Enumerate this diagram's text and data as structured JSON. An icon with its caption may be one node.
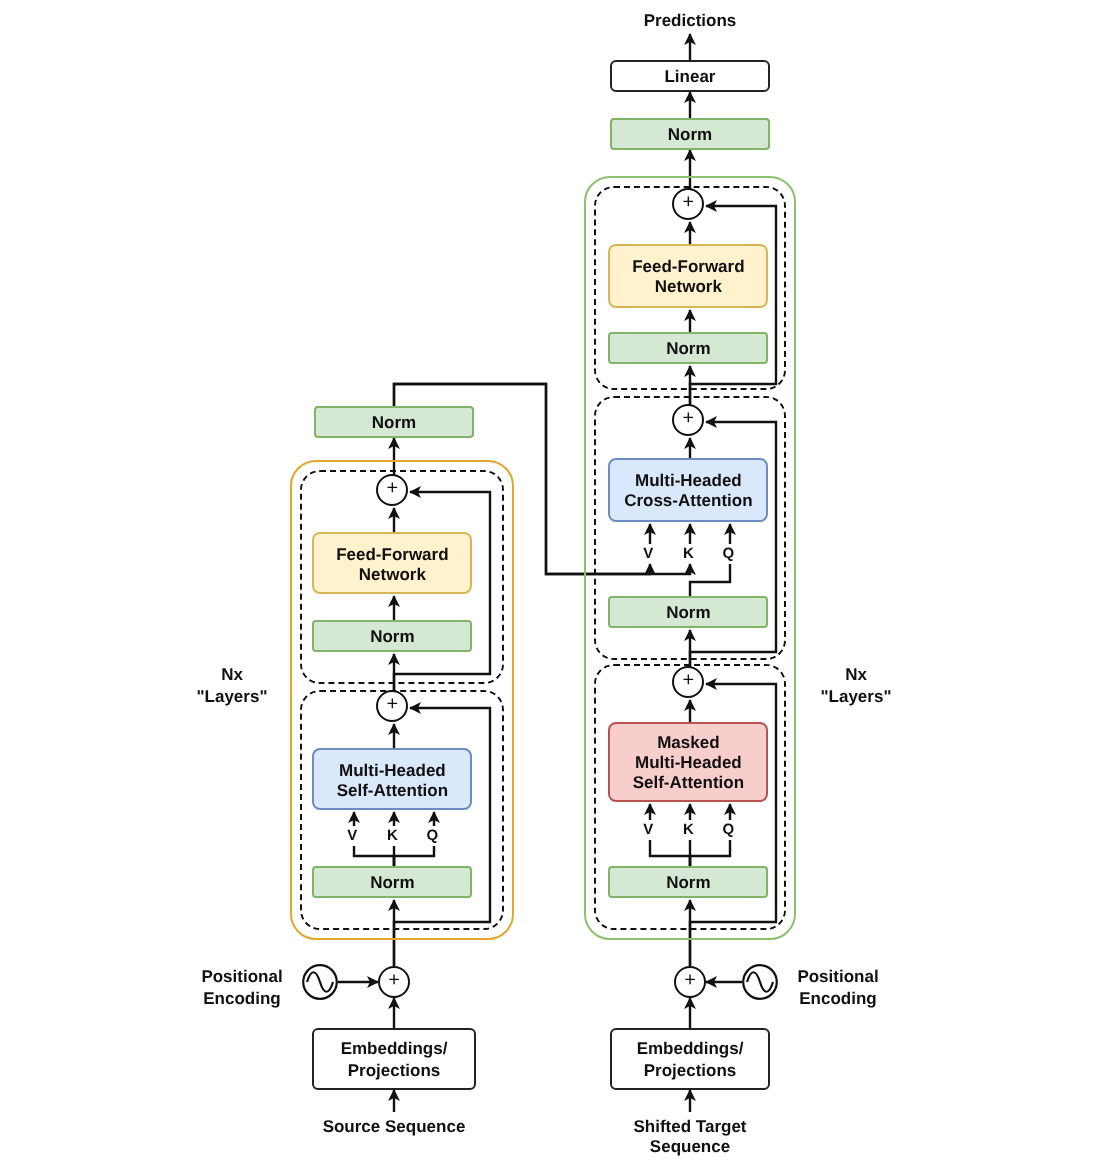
{
  "diagram": {
    "nodes": [
      {
        "text": [
          "Predictions"
        ]
      },
      {
        "text": [
          "Linear"
        ]
      },
      {
        "text": [
          "Norm"
        ]
      },
      {
        "text": [],
        "shape": "box",
        "beside": [
          "Nx \"Layers\""
        ]
      },
      {
        "text": [],
        "shape": "box",
        "in": 3
      },
      {
        "text": [
          "+"
        ],
        "in": 4
      },
      {
        "text": [
          "Feed-Forward Network"
        ],
        "in": 4
      },
      {
        "text": [
          "Norm"
        ],
        "in": 4
      },
      {
        "text": [],
        "shape": "box",
        "in": 3
      },
      {
        "text": [
          "+"
        ],
        "in": 8
      },
      {
        "text": [
          "Multi-Headed Cross-Attention"
        ],
        "in": 8
      },
      {
        "text": [
          "V"
        ],
        "in": 8
      },
      {
        "text": [
          "K"
        ],
        "in": 8
      },
      {
        "text": [
          "Q"
        ],
        "in": 8
      },
      {
        "text": [
          "Norm"
        ],
        "in": 8
      },
      {
        "text": [
          "Norm"
        ]
      },
      {
        "text": [],
        "shape": "box",
        "beside": [
          "Nx \"Layers\""
        ]
      },
      {
        "text": [],
        "shape": "box",
        "in": 16
      },
      {
        "text": [
          "+"
        ],
        "in": 17
      },
      {
        "text": [
          "Feed-Forward Network"
        ],
        "in": 17
      },
      {
        "text": [
          "Norm"
        ],
        "in": 17
      },
      {
        "text": [],
        "shape": "box",
        "in": 16
      },
      {
        "text": [
          "+"
        ],
        "in": 21
      },
      {
        "text": [
          "Multi-Headed Self-Attention"
        ],
        "in": 21
      },
      {
        "text": [
          "V"
        ],
        "in": 21
      },
      {
        "text": [
          "K"
        ],
        "in": 21
      },
      {
        "text": [
          "Q"
        ],
        "in": 21
      },
      {
        "text": [
          "Norm"
        ],
        "in": 21
      },
      {
        "text": [],
        "shape": "box",
        "in": 3
      },
      {
        "text": [
          "+"
        ],
        "in": 28
      },
      {
        "text": [
          "Masked Multi-Headed Self-Attention"
        ],
        "in": 28
      },
      {
        "text": [
          "V"
        ],
        "in": 28
      },
      {
        "text": [
          "K"
        ],
        "in": 28
      },
      {
        "text": [
          "Q"
        ],
        "in": 28
      },
      {
        "text": [
          "Norm"
        ],
        "in": 28
      },
      {
        "text": [
          "+"
        ]
      },
      {
        "text": [],
        "shape": "circle",
        "beside": [
          "Positional Encoding"
        ]
      },
      {
        "text": [
          "+"
        ]
      },
      {
        "text": [],
        "shape": "circle",
        "beside": [
          "Positional Encoding"
        ]
      },
      {
        "text": [
          "Embeddings/ Projections"
        ]
      },
      {
        "text": [
          "Embeddings/ Projections"
        ]
      },
      {
        "text": [
          "Source Sequence"
        ]
      },
      {
        "text": [
          "Shifted Target Sequence"
        ]
      }
    ],
    "edges": [
      {
        "from": 42,
        "to": 40,
        "arrow": "to"
      },
      {
        "from": 40,
        "to": 37,
        "arrow": "to"
      },
      {
        "from": 38,
        "to": 37,
        "arrow": "to"
      },
      {
        "from": 37,
        "to": 34,
        "arrow": "to"
      },
      {
        "from": 37,
        "to": 29,
        "arrow": "to"
      },
      {
        "from": 34,
        "to": 31,
        "arrow": "none"
      },
      {
        "from": 34,
        "to": 32,
        "arrow": "none"
      },
      {
        "from": 34,
        "to": 33,
        "arrow": "none"
      },
      {
        "from": 31,
        "to": 30,
        "arrow": "to"
      },
      {
        "from": 32,
        "to": 30,
        "arrow": "to"
      },
      {
        "from": 33,
        "to": 30,
        "arrow": "to"
      },
      {
        "from": 30,
        "to": 29,
        "arrow": "to"
      },
      {
        "from": 29,
        "to": 14,
        "arrow": "to"
      },
      {
        "from": 29,
        "to": 9,
        "arrow": "to"
      },
      {
        "from": 14,
        "to": 13,
        "arrow": "none"
      },
      {
        "from": 15,
        "to": 11,
        "arrow": "to"
      },
      {
        "from": 15,
        "to": 12,
        "arrow": "to"
      },
      {
        "from": 11,
        "to": 10,
        "arrow": "to"
      },
      {
        "from": 12,
        "to": 10,
        "arrow": "to"
      },
      {
        "from": 13,
        "to": 10,
        "arrow": "to"
      },
      {
        "from": 10,
        "to": 9,
        "arrow": "to"
      },
      {
        "from": 9,
        "to": 7,
        "arrow": "to"
      },
      {
        "from": 9,
        "to": 5,
        "arrow": "to"
      },
      {
        "from": 7,
        "to": 6,
        "arrow": "to"
      },
      {
        "from": 6,
        "to": 5,
        "arrow": "to"
      },
      {
        "from": 5,
        "to": 2,
        "arrow": "to"
      },
      {
        "from": 2,
        "to": 1,
        "arrow": "to"
      },
      {
        "from": 1,
        "to": 0,
        "arrow": "to"
      },
      {
        "from": 41,
        "to": 39,
        "arrow": "to"
      },
      {
        "from": 39,
        "to": 35,
        "arrow": "to"
      },
      {
        "from": 36,
        "to": 35,
        "arrow": "to"
      },
      {
        "from": 35,
        "to": 27,
        "arrow": "to"
      },
      {
        "from": 35,
        "to": 22,
        "arrow": "to"
      },
      {
        "from": 27,
        "to": 24,
        "arrow": "none"
      },
      {
        "from": 27,
        "to": 25,
        "arrow": "none"
      },
      {
        "from": 27,
        "to": 26,
        "arrow": "none"
      },
      {
        "from": 24,
        "to": 23,
        "arrow": "to"
      },
      {
        "from": 25,
        "to": 23,
        "arrow": "to"
      },
      {
        "from": 26,
        "to": 23,
        "arrow": "to"
      },
      {
        "from": 23,
        "to": 22,
        "arrow": "to"
      },
      {
        "from": 22,
        "to": 20,
        "arrow": "to"
      },
      {
        "from": 22,
        "to": 18,
        "arrow": "to"
      },
      {
        "from": 20,
        "to": 19,
        "arrow": "to"
      },
      {
        "from": 19,
        "to": 18,
        "arrow": "to"
      },
      {
        "from": 18,
        "to": 15,
        "arrow": "to"
      }
    ]
  }
}
